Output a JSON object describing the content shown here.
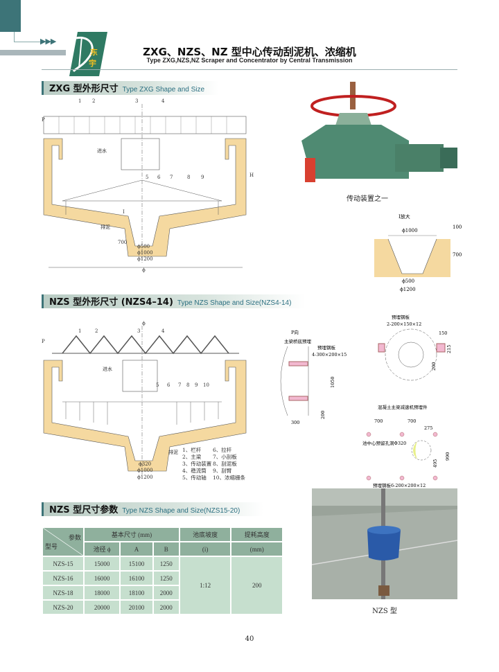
{
  "header": {
    "title": "ZXG、NZS、NZ 型中心传动刮泥机、浓缩机",
    "subtitle": "Type ZXG,NZS,NZ Scraper and Concentrator by Central Transmission",
    "logo_text": "东宇",
    "arrows": "▶▶▶"
  },
  "colors": {
    "accent": "#3d7478",
    "table_head": "#8fb09d",
    "table_cell": "#c6dfce",
    "concrete": "#f5d9a0",
    "plate": "#f2b8d0"
  },
  "zxg": {
    "section_cn": "ZXG 型外形尺寸",
    "section_en": "Type ZXG Shape and Size",
    "labels": [
      "1",
      "2",
      "3",
      "4",
      "5",
      "6",
      "7",
      "8",
      "9"
    ],
    "inlet": "进水",
    "outlet": "排泥",
    "p": "P",
    "i": "I",
    "h": "H",
    "phi": "ϕ",
    "d500": "ϕ500",
    "d1000": "ϕ1000",
    "d1200": "ϕ1200",
    "h700": "700"
  },
  "drive_photo_caption": "传动装置之一",
  "detail_i": {
    "title": "I放大",
    "d1000": "ϕ1000",
    "d500": "ϕ500",
    "d1200": "ϕ1200",
    "h100": "100",
    "h700": "700"
  },
  "nzs": {
    "section_cn": "NZS 型外形尺寸 (NZS4–14)",
    "section_en": "Type NZS Shape and Size(NZS4-14)",
    "labels": [
      "1",
      "2",
      "3",
      "4",
      "5",
      "6",
      "7",
      "8",
      "9",
      "10"
    ],
    "inlet": "进水",
    "outlet": "排泥",
    "p": "P",
    "phi": "ϕ",
    "d320": "ϕ320",
    "d1000": "ϕ1000",
    "d1200": "ϕ1200",
    "legend": [
      "1、栏杆",
      "2、主梁",
      "3、传动装置",
      "4、稳流筒",
      "5、传动轴",
      "6、拉杆",
      "7、小刮板",
      "8、刮泥板",
      "9、刮臂",
      "10、浓缩栅条"
    ]
  },
  "p_view": {
    "title": "P向",
    "subtitle": "主梁桥底预埋",
    "plate": "预埋钢板",
    "plate_spec": "4-300×200×15",
    "d1050": "1050",
    "d200": "200",
    "d300": "300"
  },
  "plate_top": {
    "plate": "预埋钢板",
    "plate_spec": "2-200×150×12",
    "d150": "150",
    "d215": "215",
    "d200": "200"
  },
  "reducer": {
    "title": "混凝土主梁减速机预埋件",
    "d700a": "700",
    "d700b": "700",
    "d275": "275",
    "d990": "990",
    "d495": "495",
    "hole": "池中心预留孔洞Φ320",
    "plate": "预埋钢板6-200×200×12"
  },
  "table": {
    "section_cn": "NZS 型尺寸参数",
    "section_en": "Type NZS Shape and Size(NZS15-20)",
    "corner_param": "参数",
    "corner_model": "型号",
    "basic": "基本尺寸 (mm)",
    "col_d": "池径 ϕ",
    "col_a": "A",
    "col_b": "B",
    "slope": "池底坡度",
    "slope_unit": "(i)",
    "lift": "提耗高度",
    "lift_unit": "(mm)",
    "rows": [
      {
        "model": "NZS-15",
        "d": "15000",
        "a": "15100",
        "b": "1250"
      },
      {
        "model": "NZS-16",
        "d": "16000",
        "a": "16100",
        "b": "1250"
      },
      {
        "model": "NZS-18",
        "d": "18000",
        "a": "18100",
        "b": "2000"
      },
      {
        "model": "NZS-20",
        "d": "20000",
        "a": "20100",
        "b": "2000"
      }
    ],
    "slope_value": "1:12",
    "lift_value": "200"
  },
  "nzs_photo_caption": "NZS 型",
  "page_number": "40"
}
